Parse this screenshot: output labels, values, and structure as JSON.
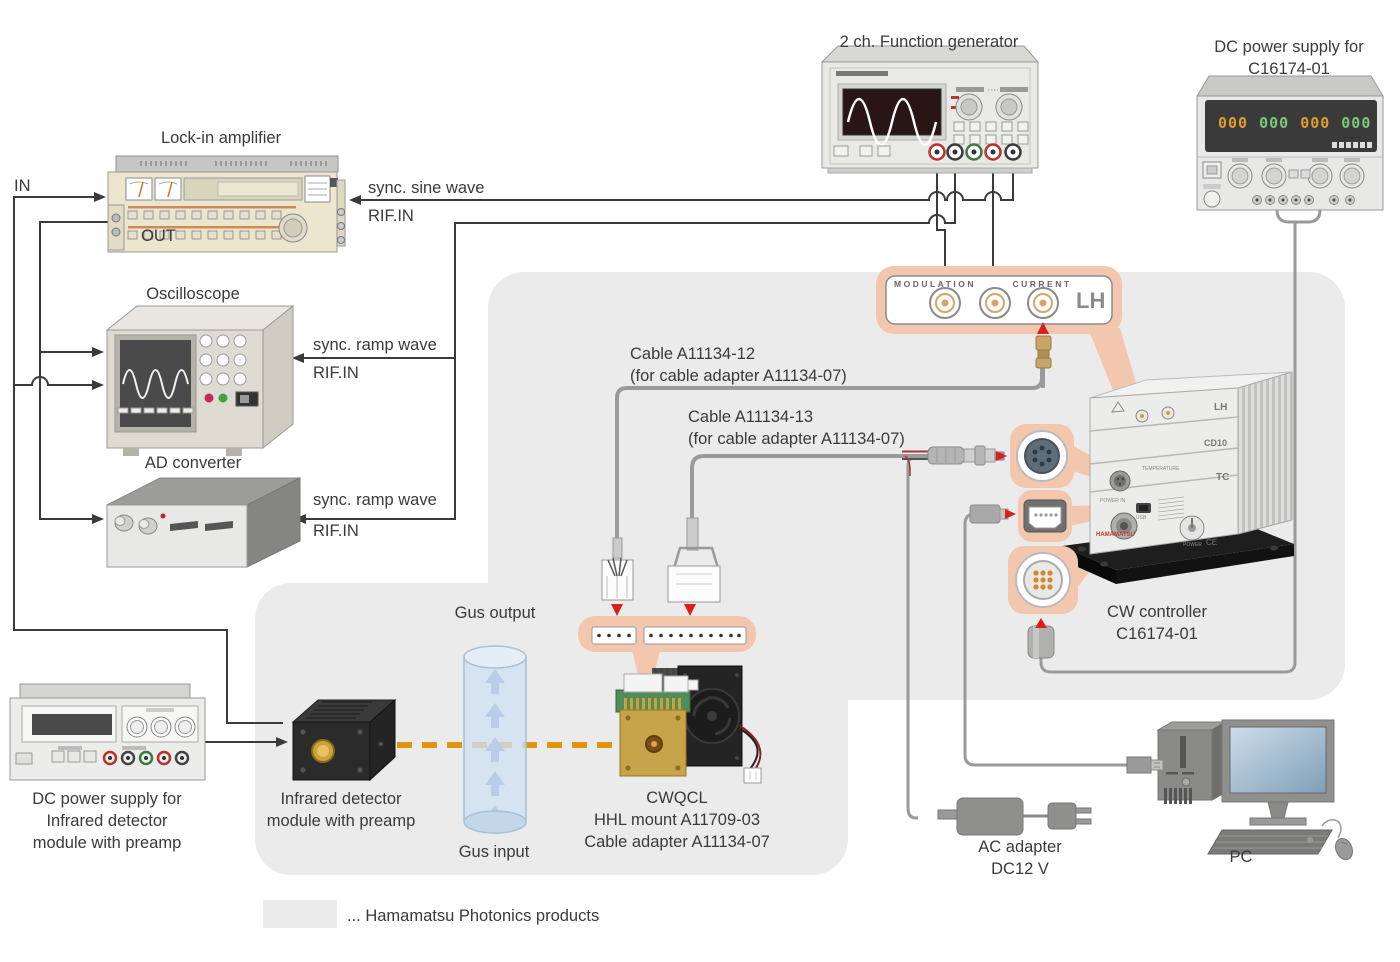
{
  "labels": {
    "function_generator": "2 ch. Function generator",
    "dc_supply_right_line1": "DC power supply for",
    "dc_supply_right_line2": "C16174-01",
    "lock_in_amplifier": "Lock-in amplifier",
    "in": "IN",
    "out": "OUT",
    "sync_sine_wave": "sync. sine wave",
    "rif_in": "RIF.IN",
    "oscilloscope": "Oscilloscope",
    "sync_ramp_wave": "sync. ramp wave",
    "ad_converter": "AD converter",
    "cable12_line1": "Cable A11134-12",
    "cable12_line2": "(for cable adapter A11134-07)",
    "cable13_line1": "Cable A11134-13",
    "cable13_line2": "(for cable adapter A11134-07)",
    "gas_output": "Gus output",
    "gas_input": "Gus input",
    "detector_line1": "Infrared detector",
    "detector_line2": "module with preamp",
    "cwqcl_line1": "CWQCL",
    "cwqcl_line2": "HHL mount A11709-03",
    "cwqcl_line3": "Cable adapter A11134-07",
    "cw_controller_line1": "CW  controller",
    "cw_controller_line2": "C16174-01",
    "dc_supply_left_line1": "DC power supply for",
    "dc_supply_left_line2": "Infrared detector",
    "dc_supply_left_line3": "module with preamp",
    "ac_adapter_line1": "AC adapter",
    "ac_adapter_line2": "DC12 V",
    "pc": "PC",
    "legend": "... Hamamatsu Photonics products"
  },
  "connector_panel": {
    "modulation": "MODULATION",
    "current": "CURRENT",
    "logo": "LH"
  },
  "controller_panel": {
    "lh": "LH",
    "cd10": "CD10",
    "tc": "TC",
    "temperature": "TEMPERATURE",
    "usb": "USB",
    "power_in": "POWER IN",
    "power": "POWER",
    "brand": "HAMAMATSU",
    "ce": "CE"
  },
  "dc_supply_right_display": {
    "g1": "000",
    "g2": "000",
    "g3": "000",
    "g4": "000"
  },
  "colors": {
    "hamamatsu_region_gray": "#ebebeb",
    "callout_salmon": "#f3c7ae",
    "beam_orange": "#e2940e",
    "arrow_red": "#d9201a",
    "wire_black": "#3a3a3a",
    "cable_gray": "#9a9a9a"
  }
}
